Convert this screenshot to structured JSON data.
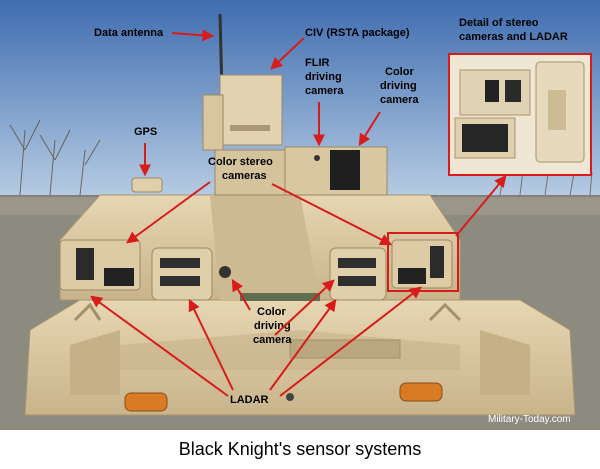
{
  "labels": {
    "data_antenna": "Data antenna",
    "civ": "CIV (RSTA package)",
    "detail_line1": "Detail of stereo",
    "detail_line2": "cameras and LADAR",
    "flir_line1": "FLIR",
    "flir_line2": "driving",
    "flir_line3": "camera",
    "color_driving_top_line1": "Color",
    "color_driving_top_line2": "driving",
    "color_driving_top_line3": "camera",
    "gps": "GPS",
    "stereo_line1": "Color stereo",
    "stereo_line2": "cameras",
    "color_driving_bottom_line1": "Color",
    "color_driving_bottom_line2": "driving",
    "color_driving_bottom_line3": "camera",
    "ladar": "LADAR"
  },
  "watermark": "Military-Today.com",
  "caption": "Black Knight's sensor systems",
  "colors": {
    "sky_top": "#3f6db0",
    "sky_bottom": "#b8cde3",
    "ground": "#8d8b80",
    "vehicle_tan": "#d9c7a1",
    "vehicle_shadow": "#b8a57f",
    "arrow_red": "#d81c1c"
  }
}
